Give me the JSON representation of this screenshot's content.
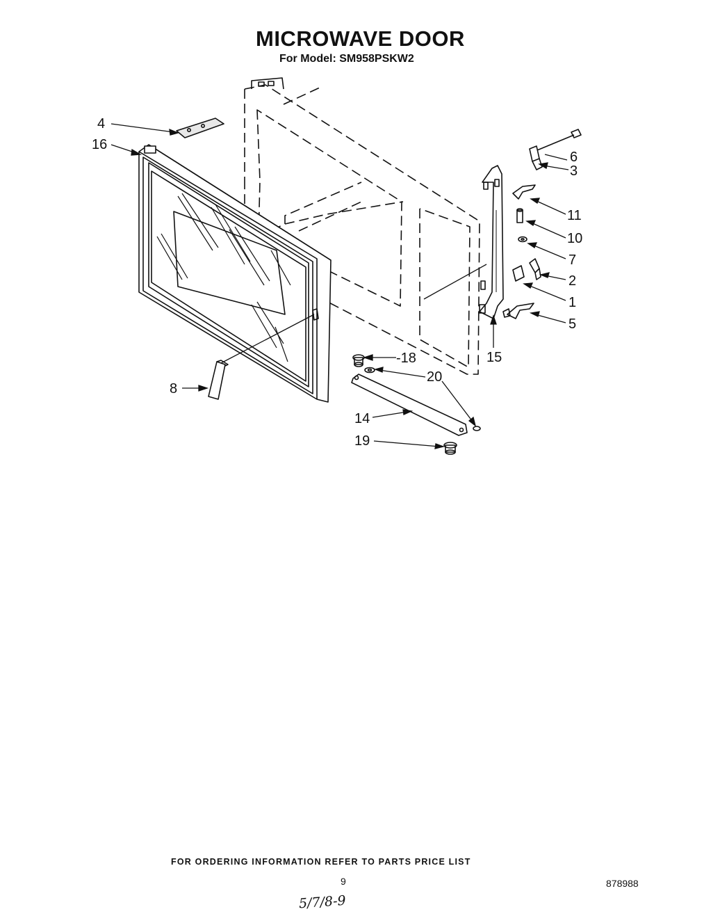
{
  "title": "MICROWAVE DOOR",
  "subtitle": "For Model: SM958PSKW2",
  "footer_note": "FOR ORDERING INFORMATION REFER TO PARTS PRICE LIST",
  "page_number": "9",
  "document_number": "878988",
  "handwritten_note": "5/7/8-9",
  "callouts": [
    "4",
    "16",
    "6",
    "3",
    "11",
    "10",
    "7",
    "2",
    "1",
    "5",
    "15",
    "8",
    "-18",
    "20",
    "14",
    "19"
  ]
}
